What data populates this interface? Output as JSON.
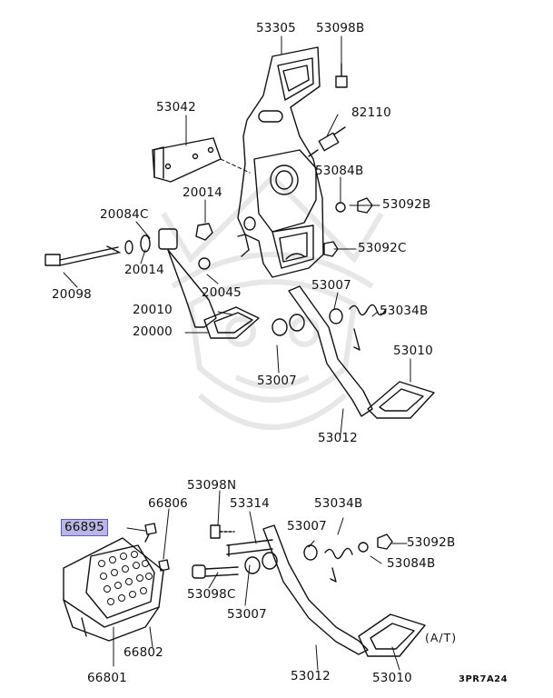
{
  "diagram": {
    "highlight_color": "#b9b7e6",
    "watermark_icon": "samurai-helmet-watermark-icon",
    "note": "(A/T)",
    "ref_code": "3PR7A24",
    "labels": {
      "p53305": "53305",
      "p53098B_top": "53098B",
      "p53042": "53042",
      "p82110": "82110",
      "p53084B_top": "53084B",
      "p53092B_top": "53092B",
      "p20014_a": "20014",
      "p20084C": "20084C",
      "p20014_b": "20014",
      "p53092C": "53092C",
      "p20045": "20045",
      "p20098": "20098",
      "p53007_a": "53007",
      "p20010": "20010",
      "p53034B_top": "53034B",
      "p20000": "20000",
      "p53010_top": "53010",
      "p53007_b": "53007",
      "p53012_top": "53012",
      "p53098N": "53098N",
      "p66806": "66806",
      "p53314": "53314",
      "p53034B_bot": "53034B",
      "p66895": "66895",
      "p53007_c": "53007",
      "p53092B_bot": "53092B",
      "p53084B_bot": "53084B",
      "p53098C": "53098C",
      "p53007_d": "53007",
      "p66802": "66802",
      "p66801": "66801",
      "p53012_bot": "53012",
      "p53010_bot": "53010"
    }
  }
}
